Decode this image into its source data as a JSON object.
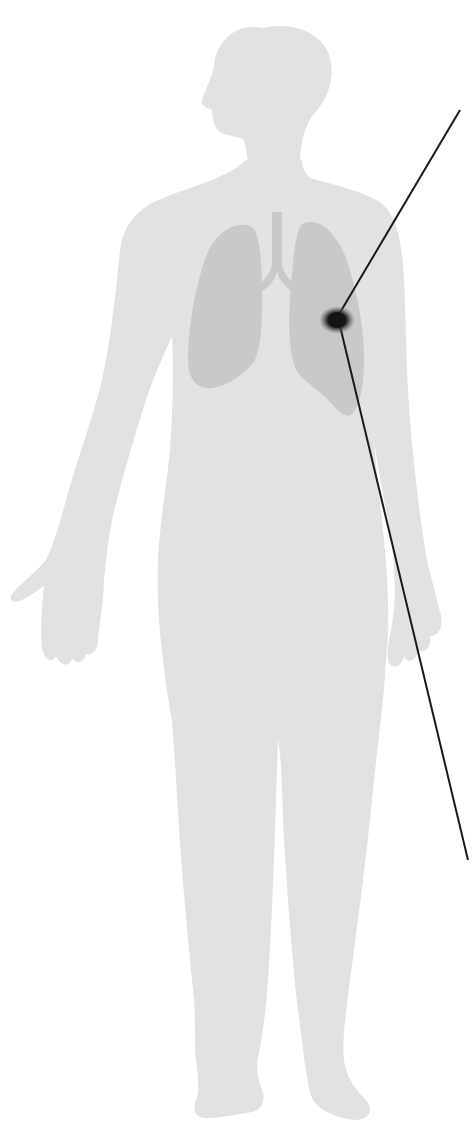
{
  "colors": {
    "background": "#ffffff",
    "body_silhouette": "#e2e2e0",
    "lungs": "#c9c9c7",
    "trachea": "#c9c9c7",
    "tumor_core": "#141414",
    "callout_line": "#1a1a1a"
  },
  "diagram": {
    "subject": "human-body-silhouette",
    "organ": "lungs",
    "marker": "lesion-spot",
    "callout_lines": 2
  }
}
